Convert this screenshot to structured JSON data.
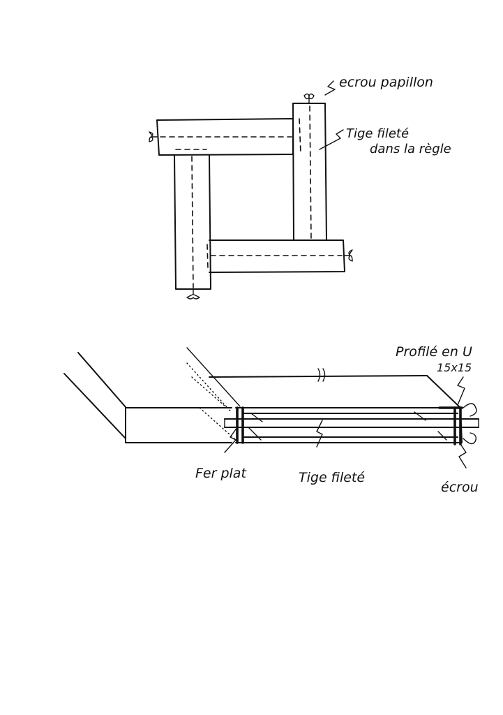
{
  "labels": {
    "wing_nut": "ecrou papillon",
    "threaded_rod_line1": "Tige fileté",
    "threaded_rod_line2": "dans la règle",
    "u_profile_line1": "Profilé en U",
    "u_profile_line2": "15x15",
    "flat_iron": "Fer plat",
    "threaded_rod": "Tige fileté",
    "nut": "écrou"
  },
  "colors": {
    "ink": "#111111",
    "paper": "#ffffff"
  }
}
